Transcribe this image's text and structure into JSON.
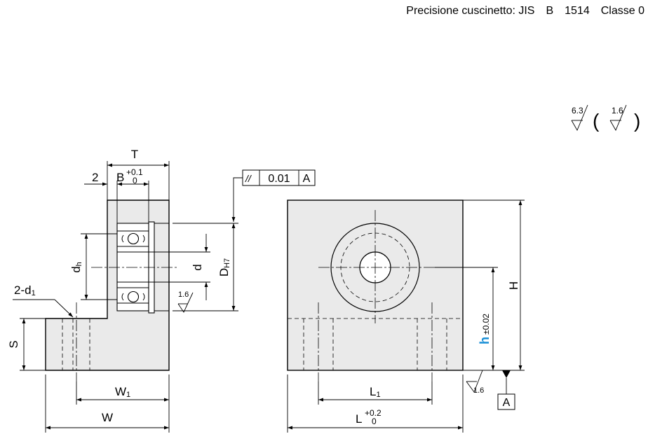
{
  "header": {
    "bearing_precision_note": "Precisione cuscinetto: JIS　B　1514　Classe 0"
  },
  "surface_finish": {
    "general": "6.3",
    "exception": "1.6",
    "bore_face": "1.6",
    "base_face": "1.6"
  },
  "tolerance_frame": {
    "symbol": "//",
    "value": "0.01",
    "datum": "A"
  },
  "datum_label": "A",
  "dimensions": {
    "T": "T",
    "B": "B",
    "B_tol_upper": "+0.1",
    "B_tol_lower": "0",
    "two": "2",
    "dh_main": "d",
    "dh_sub": "h",
    "d": "d",
    "D_main": "D",
    "D_sub": "H7",
    "two_d1_main": "2-d",
    "two_d1_sub": "1",
    "S": "S",
    "W1_main": "W",
    "W1_sub": "1",
    "W": "W",
    "H": "H",
    "h_main": "h",
    "h_tol": "±0.02",
    "L1_main": "L",
    "L1_sub": "1",
    "L_main": "L",
    "L_tol_upper": "+0.2",
    "L_tol_lower": "0"
  },
  "colors": {
    "part_fill": "#eaeaea",
    "highlight": "#1a8fd6",
    "line": "#000000"
  }
}
